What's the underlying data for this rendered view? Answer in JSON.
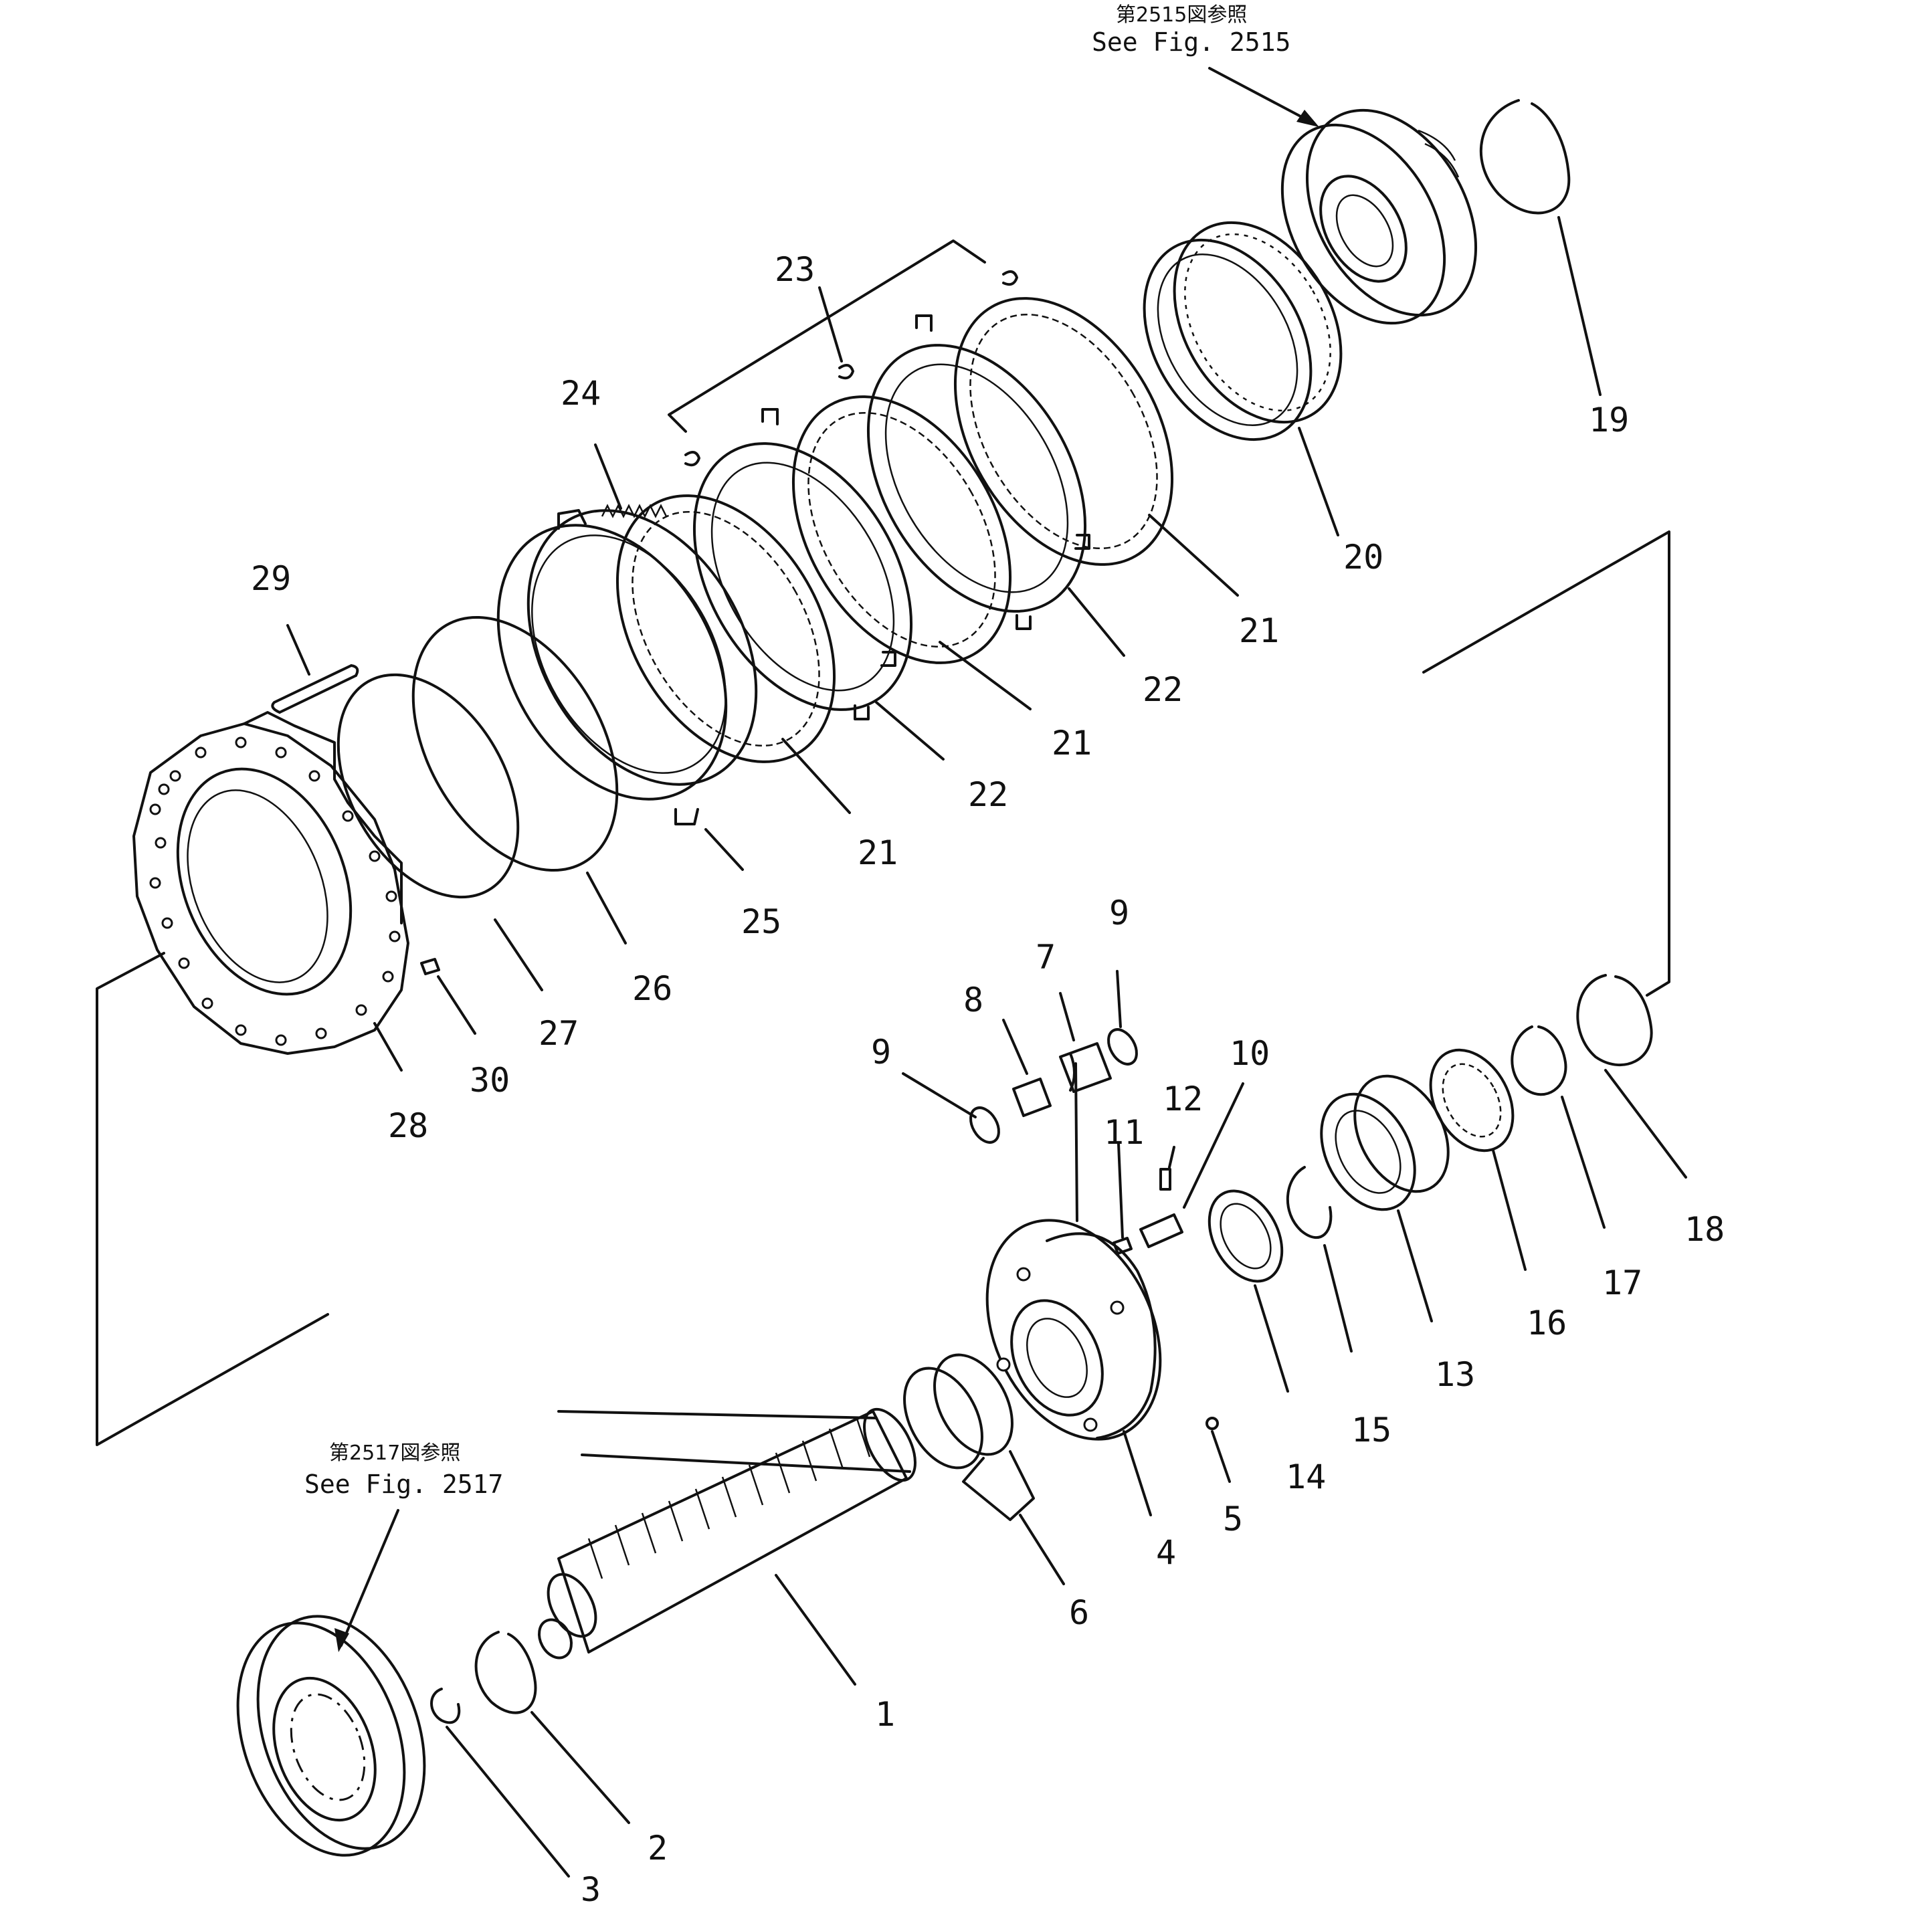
{
  "references": {
    "top": {
      "jp": "第2515図参照",
      "en": "See Fig. 2515"
    },
    "bottom": {
      "jp": "第2517図参照",
      "en": "See Fig. 2517"
    }
  },
  "part_labels": {
    "p1": "1",
    "p2": "2",
    "p3": "3",
    "p4": "4",
    "p5": "5",
    "p6": "6",
    "p7": "7",
    "p8": "8",
    "p9a": "9",
    "p9b": "9",
    "p10": "10",
    "p11": "11",
    "p12": "12",
    "p13": "13",
    "p14": "14",
    "p15": "15",
    "p16": "16",
    "p17": "17",
    "p18": "18",
    "p19": "19",
    "p20": "20",
    "p21a": "21",
    "p21b": "21",
    "p21c": "21",
    "p22a": "22",
    "p22b": "22",
    "p23": "23",
    "p24": "24",
    "p25": "25",
    "p26": "26",
    "p27": "27",
    "p28": "28",
    "p29": "29",
    "p30": "30"
  }
}
